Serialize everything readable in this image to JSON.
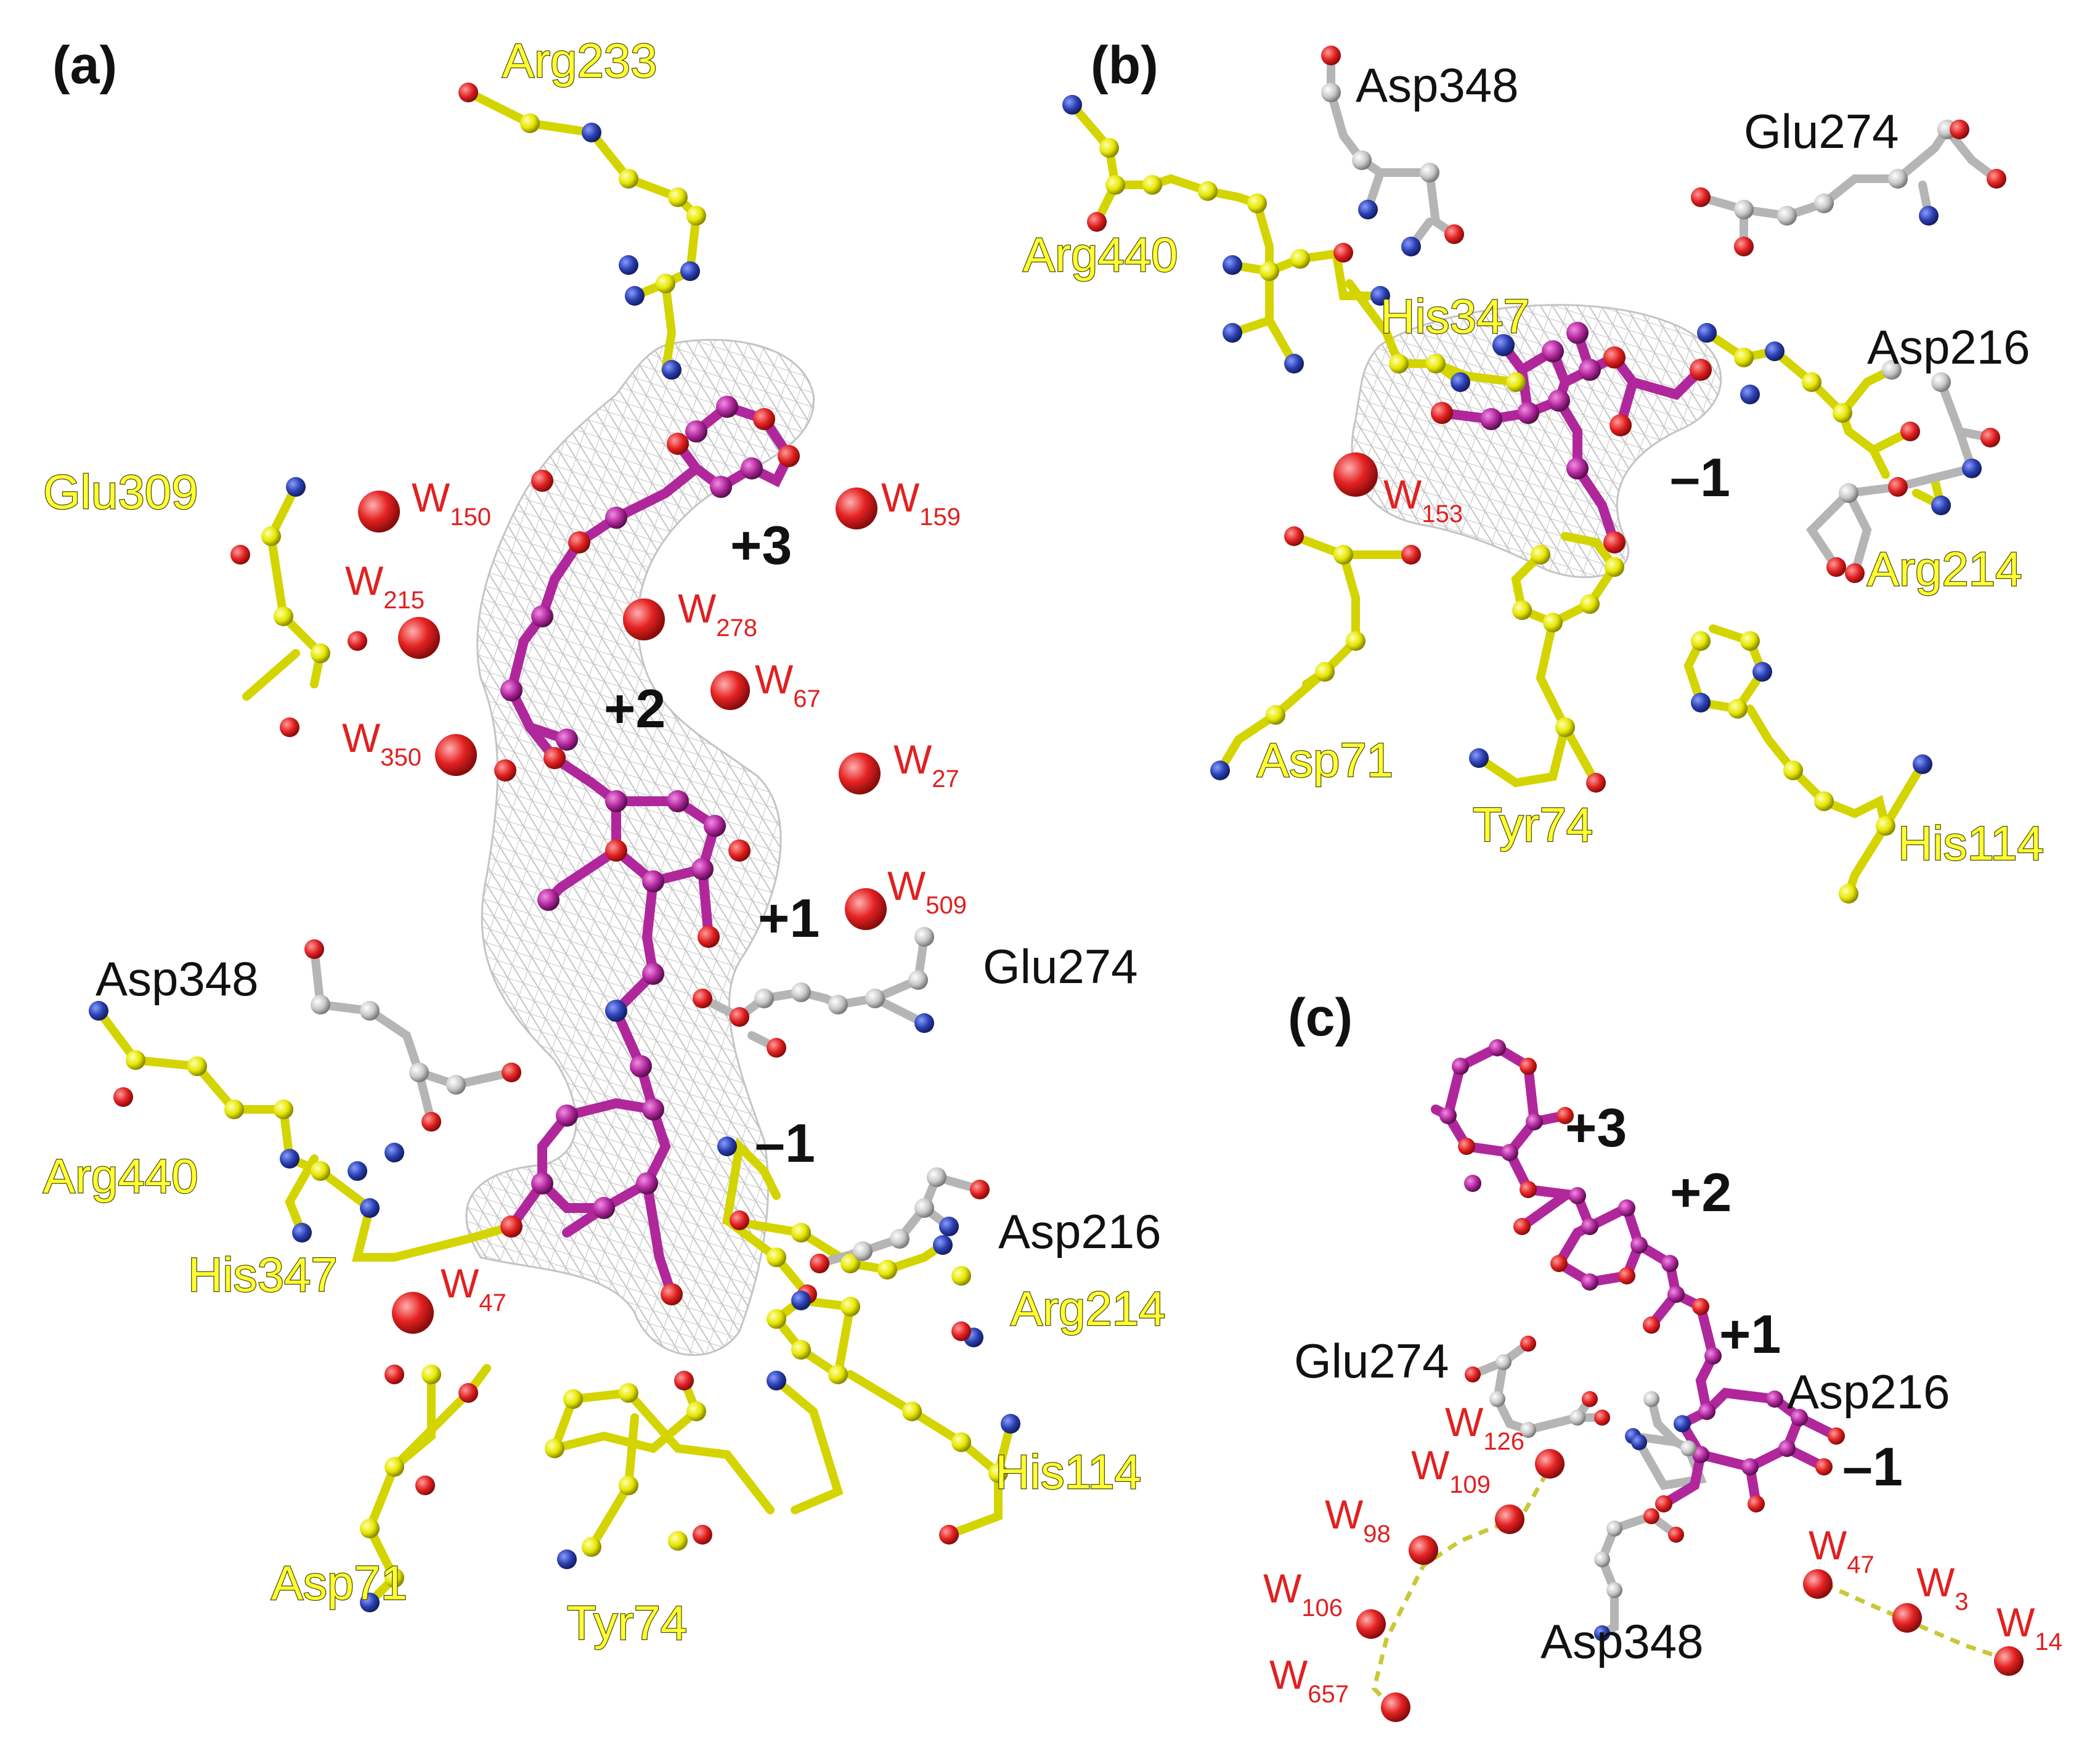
{
  "panels": {
    "a": {
      "letter": "(a)",
      "residues_yellow": [
        "Arg233",
        "Glu309",
        "Arg440",
        "His347",
        "Asp71",
        "Tyr74",
        "Arg214",
        "His114"
      ],
      "residues_black": [
        "Asp348",
        "Glu274",
        "Asp216"
      ],
      "subsites": [
        "+3",
        "+2",
        "+1",
        "–1"
      ],
      "waters": [
        {
          "w": "W",
          "n": "150"
        },
        {
          "w": "W",
          "n": "159"
        },
        {
          "w": "W",
          "n": "215"
        },
        {
          "w": "W",
          "n": "278"
        },
        {
          "w": "W",
          "n": "67"
        },
        {
          "w": "W",
          "n": "350"
        },
        {
          "w": "W",
          "n": "27"
        },
        {
          "w": "W",
          "n": "509"
        },
        {
          "w": "W",
          "n": "47"
        }
      ]
    },
    "b": {
      "letter": "(b)",
      "residues_yellow": [
        "Arg440",
        "His347",
        "Arg214",
        "Asp71",
        "Tyr74",
        "His114"
      ],
      "residues_black": [
        "Asp348",
        "Glu274",
        "Asp216"
      ],
      "subsites": [
        "–1"
      ],
      "waters": [
        {
          "w": "W",
          "n": "153"
        }
      ]
    },
    "c": {
      "letter": "(c)",
      "residues_black": [
        "Glu274",
        "Asp216",
        "Asp348"
      ],
      "subsites": [
        "+3",
        "+2",
        "+1",
        "–1"
      ],
      "waters": [
        {
          "w": "W",
          "n": "126"
        },
        {
          "w": "W",
          "n": "109"
        },
        {
          "w": "W",
          "n": "98"
        },
        {
          "w": "W",
          "n": "106"
        },
        {
          "w": "W",
          "n": "657"
        },
        {
          "w": "W",
          "n": "47"
        },
        {
          "w": "W",
          "n": "3"
        },
        {
          "w": "W",
          "n": "14"
        }
      ]
    }
  },
  "colors": {
    "protein_carbon": "#ffff33",
    "catalytic_carbon": "#c8c8c8",
    "ligand_carbon": "#b0279c",
    "oxygen": "#e02020",
    "nitrogen": "#2a3fb0",
    "density_mesh": "#bdbdbd",
    "hbond": "#c8c83a"
  }
}
